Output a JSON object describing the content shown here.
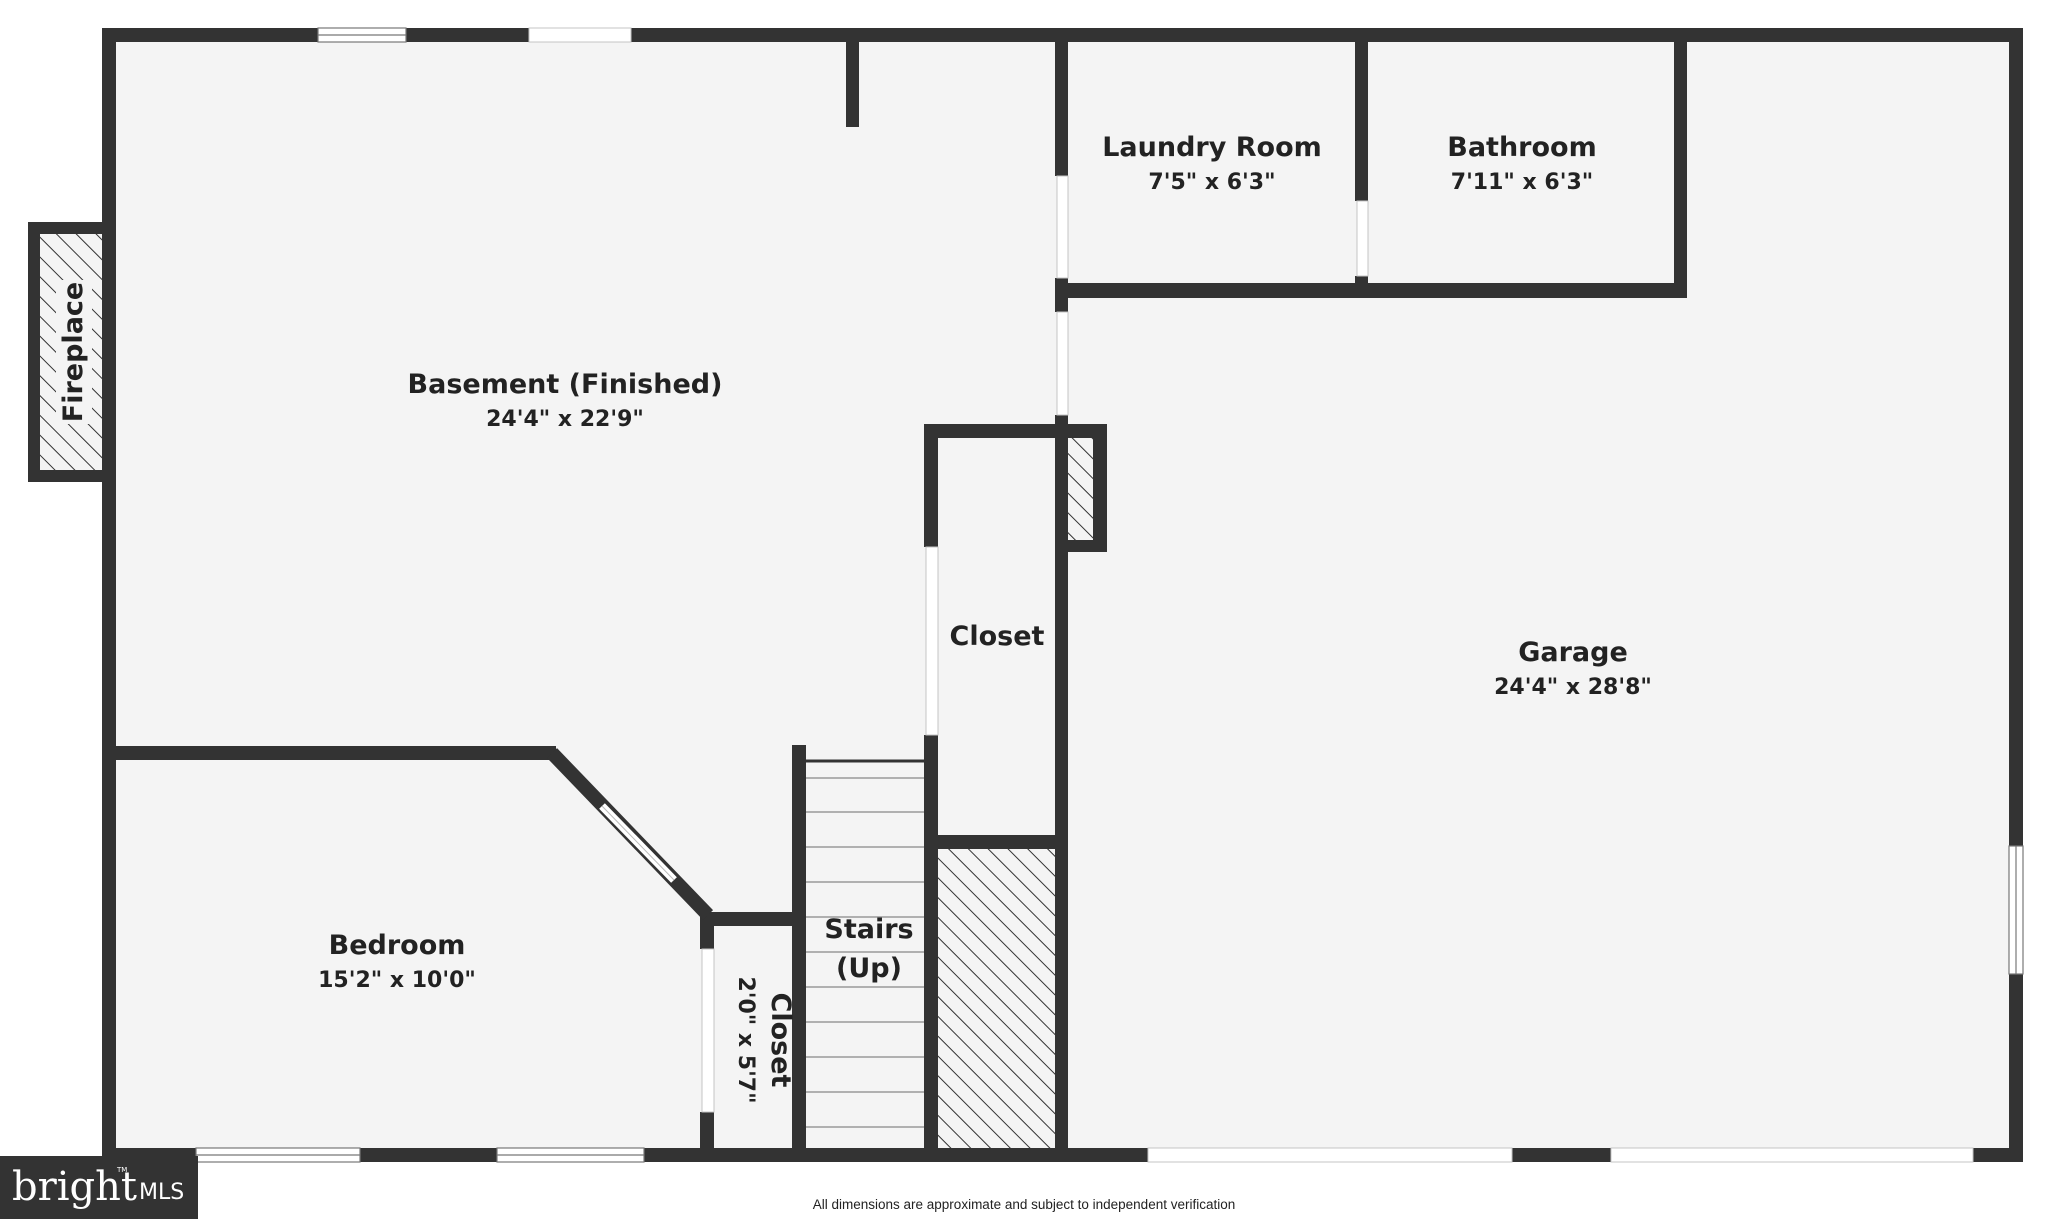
{
  "colors": {
    "wall": "#333333",
    "floor": "#f4f4f4",
    "opening": "#ffffff",
    "background": "#ffffff",
    "logo_bg": "#333333",
    "logo_accent": "#e0533d"
  },
  "rooms": {
    "basement": {
      "name": "Basement (Finished)",
      "dims": "24'4\" x 22'9\""
    },
    "laundry": {
      "name": "Laundry Room",
      "dims": "7'5\" x 6'3\""
    },
    "bathroom": {
      "name": "Bathroom",
      "dims": "7'11\" x 6'3\""
    },
    "garage": {
      "name": "Garage",
      "dims": "24'4\" x 28'8\""
    },
    "closet_main": {
      "name": "Closet"
    },
    "bedroom": {
      "name": "Bedroom",
      "dims": "15'2\" x 10'0\""
    },
    "closet_small": {
      "name": "Closet",
      "dims": "2'0\" x 5'7\""
    },
    "stairs": {
      "line1": "Stairs",
      "line2": "(Up)"
    },
    "fireplace": {
      "name": "Fireplace"
    }
  },
  "footer": {
    "note": "All dimensions are approximate and subject to independent verification"
  },
  "logo": {
    "word": "bright",
    "mls": "MLS",
    "tm": "TM"
  }
}
